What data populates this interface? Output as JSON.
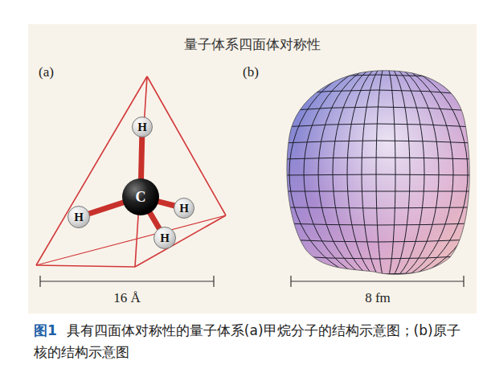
{
  "diagram": {
    "title": "量子体系四面体对称性",
    "caption": "具有四面体对称性的量子体系(a)甲烷分子的结构示意图；(b)原子核的结构示意图",
    "nodes": [
      {
        "text": [
          "H"
        ]
      },
      {
        "text": [
          "C"
        ]
      },
      {
        "text": [
          "H"
        ]
      },
      {
        "text": [
          "H"
        ]
      },
      {
        "text": [
          "H"
        ]
      }
    ],
    "edges": [
      {
        "from": 1,
        "to": 0,
        "arrow": "none"
      },
      {
        "from": 1,
        "to": 2,
        "arrow": "none"
      },
      {
        "from": 1,
        "to": 3,
        "arrow": "none"
      },
      {
        "from": 1,
        "to": 4,
        "arrow": "none"
      }
    ],
    "labels": [
      "(a)",
      "(b)",
      "16 Å",
      "8 fm",
      "图1"
    ]
  }
}
